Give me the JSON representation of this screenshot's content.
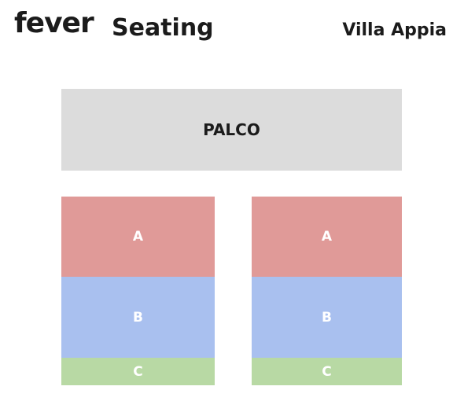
{
  "header": {
    "logo_text": "fever",
    "title": "Seating",
    "venue": "Villa Appia"
  },
  "map": {
    "stage": {
      "label": "PALCO",
      "color": "#dcdcdc",
      "text_color": "#1b1b1b"
    },
    "sections": {
      "left": [
        {
          "label": "A",
          "color": "#e09a98"
        },
        {
          "label": "B",
          "color": "#a9c0ef"
        },
        {
          "label": "C",
          "color": "#b8d9a4"
        }
      ],
      "right": [
        {
          "label": "A",
          "color": "#e09a98"
        },
        {
          "label": "B",
          "color": "#a9c0ef"
        },
        {
          "label": "C",
          "color": "#b8d9a4"
        }
      ]
    },
    "section_text_color": "#ffffff"
  }
}
